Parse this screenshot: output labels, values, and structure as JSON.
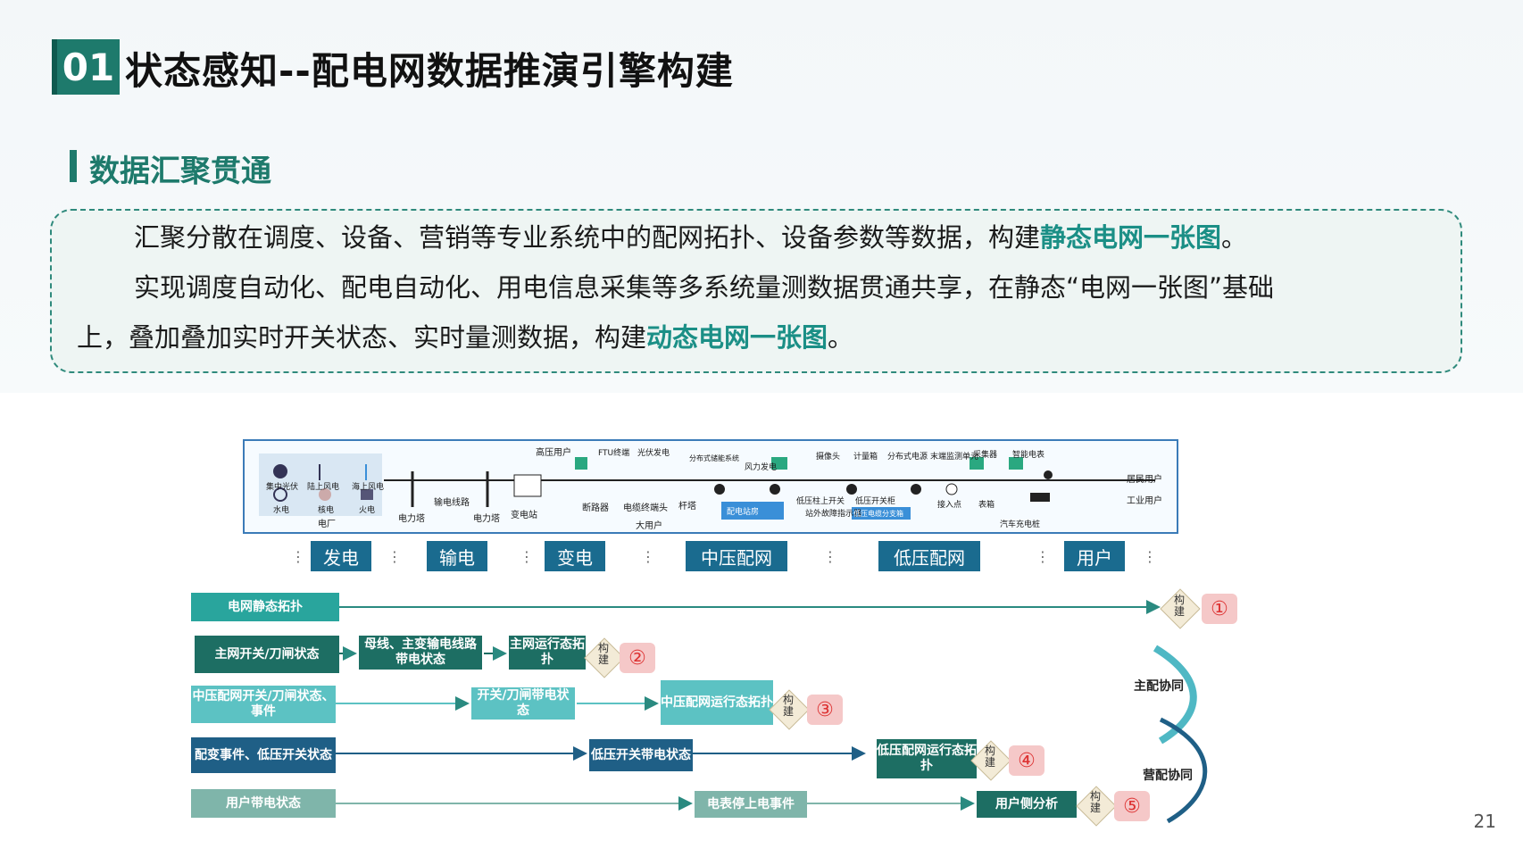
{
  "title": {
    "number": "01",
    "text": "状态感知--配电网数据推演引擎构建"
  },
  "section": {
    "title": "数据汇聚贯通"
  },
  "paragraphs": {
    "p1_a": "汇聚分散在调度、设备、营销等专业系统中的配网拓扑、设备参数等数据，构建",
    "p1_hl": "静态电网一张图",
    "p1_end": "。",
    "p2_a": "实现调度自动化、配电自动化、用电信息采集等多系统量测数据贯通共享，在静态“电网一张图”基础",
    "p3_a": "上，叠加叠加实时开关状态、实时量测数据，构建",
    "p3_hl": "动态电网一张图",
    "p3_end": "。"
  },
  "topology_labels": {
    "power_plant": "电厂",
    "gen_types": [
      "集中光伏",
      "陆上风电",
      "海上风电",
      "水电",
      "核电",
      "火电"
    ],
    "transmission": [
      "电力塔",
      "输电线路",
      "电力塔"
    ],
    "substation": "变电站",
    "hv_user": "高压用户",
    "ftu": "FTU终端",
    "breaker": "断路器",
    "cable_head": "电缆终端头",
    "pole": "杆塔",
    "big_user": "大用户",
    "dist_room": "配电站房",
    "pv_gen": "光伏发电",
    "dist_storage": "分布式储能系统",
    "wind_gen": "风力发电",
    "camera": "摄像头",
    "meter_box": "计量箱",
    "dist_power": "分布式电源",
    "end_monitor": "末端监测单元",
    "collector": "采集器",
    "smart_meter": "智能电表",
    "lv_switch": "低压柱上开关",
    "lv_cabinet": "低压开关柜",
    "fault_indicator": "站外故障指示器",
    "lv_branch": "低压电缆分支箱",
    "access_point": "接入点",
    "meter": "表箱",
    "ev_charger": "汽车充电桩",
    "resident": "居民用户",
    "industry": "工业用户"
  },
  "stages": [
    "发电",
    "输电",
    "变电",
    "中压配网",
    "低压配网",
    "用户"
  ],
  "flows": {
    "r1": {
      "start": "电网静态拓扑",
      "num": "①"
    },
    "r2": {
      "start": "主网开关/刀闸状态",
      "mid": "母线、主变输电线路带电状态",
      "end": "主网运行态拓扑",
      "num": "②"
    },
    "r3": {
      "start": "中压配网开关/刀闸状态、事件",
      "mid": "开关/刀闸带电状态",
      "end": "中压配网运行态拓扑",
      "num": "③"
    },
    "r4": {
      "start": "配变事件、低压开关状态",
      "mid": "低压开关带电状态",
      "end": "低压配网运行态拓扑",
      "num": "④"
    },
    "r5": {
      "start": "用户带电状态",
      "mid": "电表停上电事件",
      "end": "用户侧分析",
      "num": "⑤"
    },
    "build_label": "构建",
    "coord1": "主配协同",
    "coord2": "营配协同"
  },
  "page_number": "21",
  "colors": {
    "accent": "#1e7a6c",
    "highlight": "#1b8f86",
    "stage": "#1a6b8f",
    "num": "#d33333"
  }
}
